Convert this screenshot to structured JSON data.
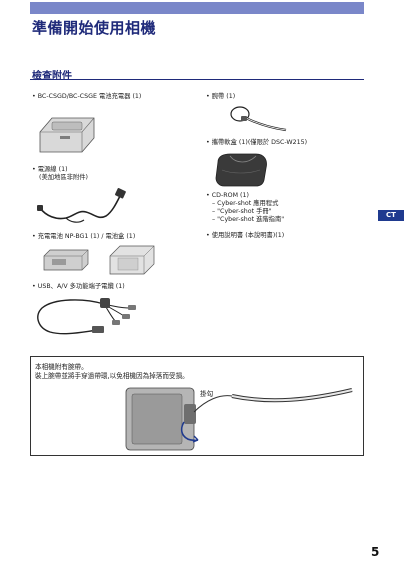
{
  "header": {
    "title": "準備開始使用相機"
  },
  "section": {
    "title": "檢查附件"
  },
  "items": {
    "charger": "• BC-CSGD/BC-CSGE 電池充電器 (1)",
    "power_cord_line1": "• 電源線 (1)",
    "power_cord_line2": "(美加地區非附件)",
    "battery": "• 充電電池 NP-BG1 (1) / 電池盒 (1)",
    "usb_cable": "• USB、A/V 多功能端子電纜 (1)",
    "wrist_strap": "• 腕帶 (1)",
    "strap_pouch": "• 攜帶軟盒 (1)(僅限於 DSC-W215)",
    "cdrom": "• CD-ROM (1)",
    "cdrom_sub1": "– Cyber-shot 應用程式",
    "cdrom_sub2": "– \"Cyber-shot 手冊\"",
    "cdrom_sub3": "– \"Cyber-shot 進階指南\"",
    "manual": "• 使用說明書 (本說明書)(1)"
  },
  "note": {
    "line1": "本相機附有腕帶。",
    "line2": "裝上腕帶並將手穿過帶環,以免相機因為掉落而受損。",
    "hook_label": "掛勾"
  },
  "side_tab": {
    "label": "CT"
  },
  "footer": {
    "page_number": "5"
  }
}
